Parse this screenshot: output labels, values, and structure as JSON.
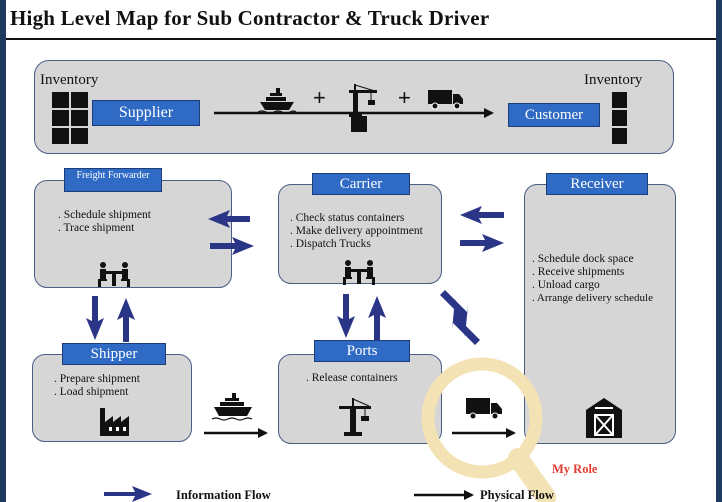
{
  "title": "High Level Map for Sub Contractor & Truck Driver",
  "top_flow": {
    "inventory_left": "Inventory",
    "inventory_right": "Inventory",
    "supplier": "Supplier",
    "customer": "Customer",
    "plus_1": "+",
    "plus_2": "+"
  },
  "nodes": {
    "freight_forwarder": {
      "title": "Freight Forwarder",
      "tasks": [
        ". Schedule shipment",
        ". Trace shipment"
      ]
    },
    "carrier": {
      "title": "Carrier",
      "tasks": [
        ". Check status containers",
        ". Make delivery appointment",
        ". Dispatch Trucks"
      ]
    },
    "receiver": {
      "title": "Receiver",
      "tasks": [
        ". Schedule dock space",
        ". Receive shipments",
        ". Unload cargo",
        ". Arrange delivery schedule"
      ]
    },
    "shipper": {
      "title": "Shipper",
      "tasks": [
        ". Prepare shipment",
        ". Load shipment"
      ]
    },
    "ports": {
      "title": "Ports",
      "tasks": [
        ". Release containers"
      ]
    }
  },
  "highlight": {
    "label": "My Role"
  },
  "legend": {
    "information_flow": "Information Flow",
    "physical_flow": "Physical Flow"
  },
  "colors": {
    "label_fill": "#2f6ac4",
    "box_fill": "#d6d6d6",
    "info_arrow": "#2b3587",
    "highlight_ring": "#f3e3b4",
    "role_text": "#e03c31"
  },
  "icons": [
    "ship-icon",
    "crane-icon",
    "truck-icon",
    "meeting-icon",
    "factory-icon",
    "barn-icon",
    "magnifier-icon",
    "pallet-icon"
  ]
}
